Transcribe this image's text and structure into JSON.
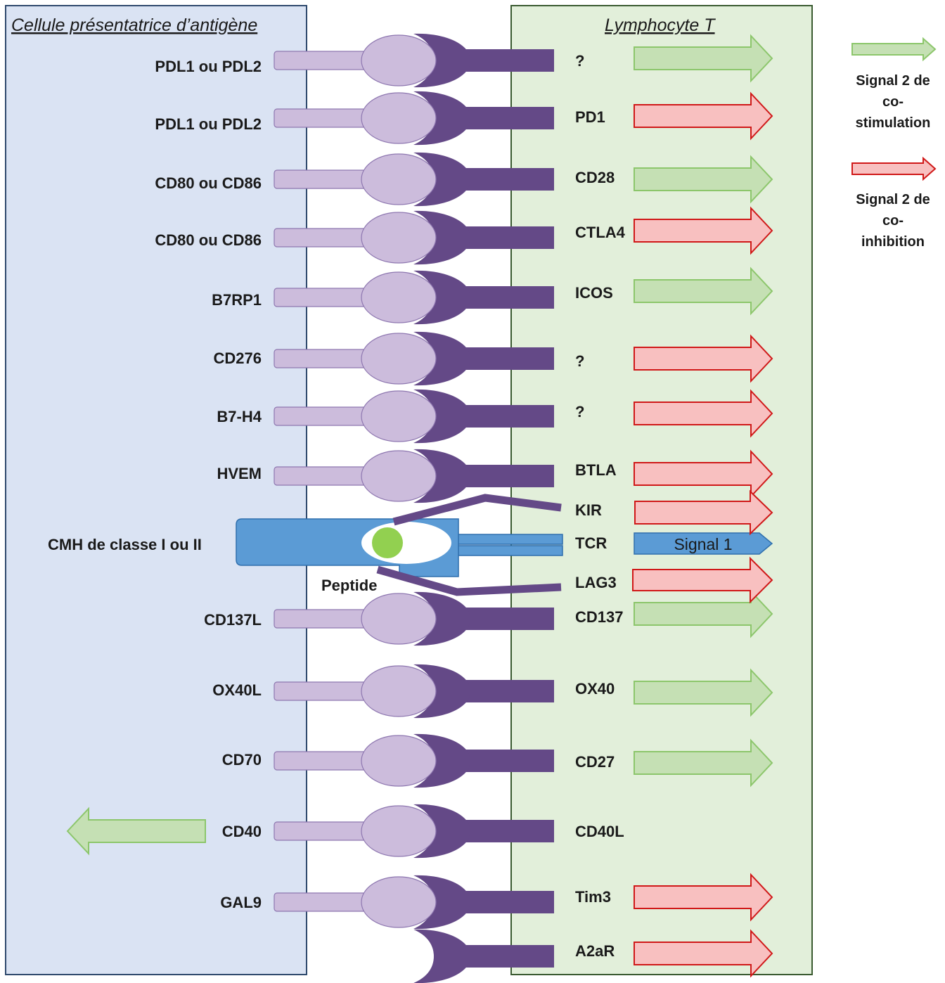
{
  "titles": {
    "apc": "Cellule présentatrice d’antigène",
    "tcell": "Lymphocyte T"
  },
  "legend": {
    "costim": [
      "Signal 2 de",
      "co-",
      "stimulation"
    ],
    "coinhib": [
      "Signal 2 de",
      "co-",
      "inhibition"
    ]
  },
  "colors": {
    "apc_bg": "#dae3f3",
    "apc_border": "#2f4a6d",
    "tcell_bg": "#e2efda",
    "tcell_border": "#3a5a30",
    "ligand_light": "#ccbcdc",
    "ligand_border": "#8e77b0",
    "receptor_dark": "#644987",
    "green_fill": "#c5e0b4",
    "green_stroke": "#8cc66b",
    "red_fill": "#f8c0c0",
    "red_stroke": "#d01818",
    "mhc_blue": "#5b9bd5",
    "mhc_border": "#2f6fad",
    "peptide_green": "#92d050",
    "peptide_text": "#4a8a2a"
  },
  "pairs": [
    {
      "ligand": "PDL1 ou PDL2",
      "receptor": "?",
      "signal": "costim"
    },
    {
      "ligand": "PDL1 ou PDL2",
      "receptor": "PD1",
      "signal": "coinhib"
    },
    {
      "ligand": "CD80 ou CD86",
      "receptor": "CD28",
      "signal": "costim"
    },
    {
      "ligand": "CD80 ou CD86",
      "receptor": "CTLA4",
      "signal": "coinhib"
    },
    {
      "ligand": "B7RP1",
      "receptor": "ICOS",
      "signal": "costim"
    },
    {
      "ligand": "CD276",
      "receptor": "?",
      "signal": "coinhib"
    },
    {
      "ligand": "B7-H4",
      "receptor": "?",
      "signal": "coinhib"
    },
    {
      "ligand": "HVEM",
      "receptor": "BTLA",
      "signal": "coinhib"
    },
    {
      "ligand": "CD137L",
      "receptor": "CD137",
      "signal": "costim"
    },
    {
      "ligand": "OX40L",
      "receptor": "OX40",
      "signal": "costim"
    },
    {
      "ligand": "CD70",
      "receptor": "CD27",
      "signal": "costim"
    },
    {
      "ligand": "CD40",
      "receptor": "CD40L",
      "signal": "reverse"
    },
    {
      "ligand": "GAL9",
      "receptor": "Tim3",
      "signal": "coinhib"
    },
    {
      "ligand": "",
      "receptor": "A2aR",
      "signal": "coinhib"
    }
  ],
  "mhc": {
    "label": "CMH de classe I ou II",
    "peptide": "Peptide",
    "kir": "KIR",
    "tcr": "TCR",
    "lag3": "LAG3",
    "signal1": "Signal 1"
  }
}
